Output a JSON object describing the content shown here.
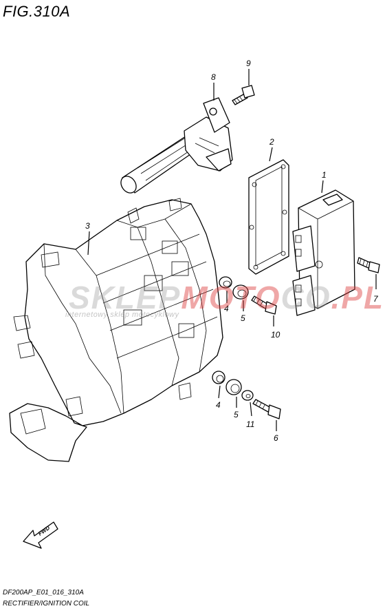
{
  "figure": {
    "title": "FIG.310A",
    "code": "DF200AP_E01_016_310A",
    "name": "RECTIFIER/IGNITION COIL"
  },
  "watermark": {
    "text_a": "SKLEP",
    "text_b": "MOTO",
    "text_c": "CO",
    "text_d": ".PL",
    "subtitle": "internetowy sklep motocyklowy"
  },
  "fwd_label": "FWD",
  "callouts": {
    "c1": "1",
    "c2": "2",
    "c3": "3",
    "c4a": "4",
    "c4b": "4",
    "c5a": "5",
    "c5b": "5",
    "c6": "6",
    "c7": "7",
    "c8": "8",
    "c9": "9",
    "c10": "10",
    "c11": "11"
  },
  "colors": {
    "line": "#000000",
    "background": "#ffffff"
  }
}
